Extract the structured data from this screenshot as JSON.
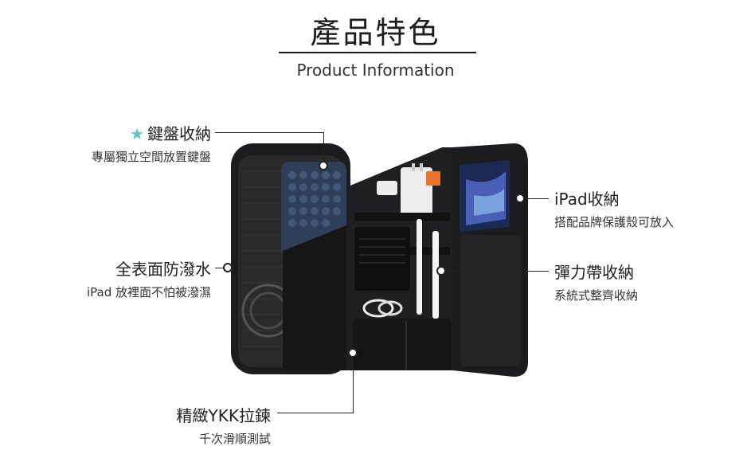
{
  "header": {
    "title": "產品特色",
    "subtitle": "Product Information"
  },
  "features": {
    "keyboard": {
      "star_icon": "★",
      "title": "鍵盤收納",
      "desc": "專屬獨立空間放置鍵盤"
    },
    "waterproof": {
      "title": "全表面防潑水",
      "desc": "iPad 放裡面不怕被潑濕"
    },
    "zipper": {
      "title": "精緻YKK拉鍊",
      "desc": "千次滑順測試"
    },
    "ipad": {
      "title": "iPad收納",
      "desc": "搭配品牌保護殼可放入"
    },
    "elastic": {
      "title": "彈力帶收納",
      "desc": "系統式整齊收納"
    }
  },
  "colors": {
    "star": "#5ec3c8",
    "case_body": "#1c1c1e",
    "keyboard_keys": "#2f3f5a",
    "tag": "#e8742a"
  }
}
